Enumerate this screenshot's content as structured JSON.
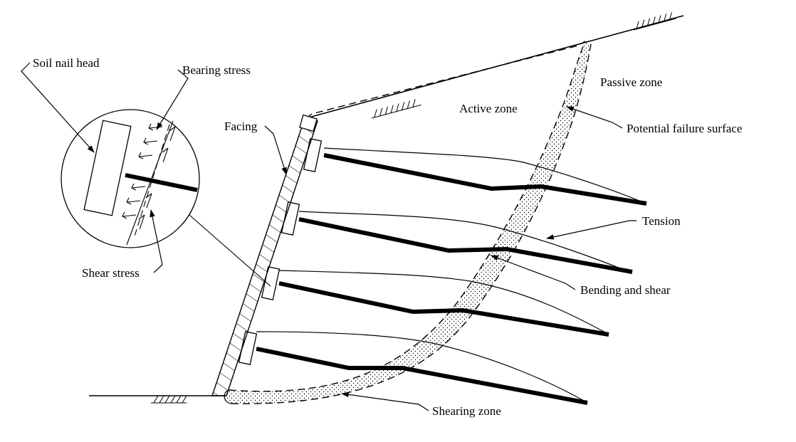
{
  "labels": {
    "soil_nail_head": "Soil nail head",
    "bearing_stress": "Bearing stress",
    "shear_stress": "Shear stress",
    "facing": "Facing",
    "active_zone": "Active zone",
    "passive_zone": "Passive zone",
    "potential_failure_surface": "Potential failure surface",
    "tension": "Tension",
    "bending_and_shear": "Bending and shear",
    "shearing_zone": "Shearing zone"
  }
}
